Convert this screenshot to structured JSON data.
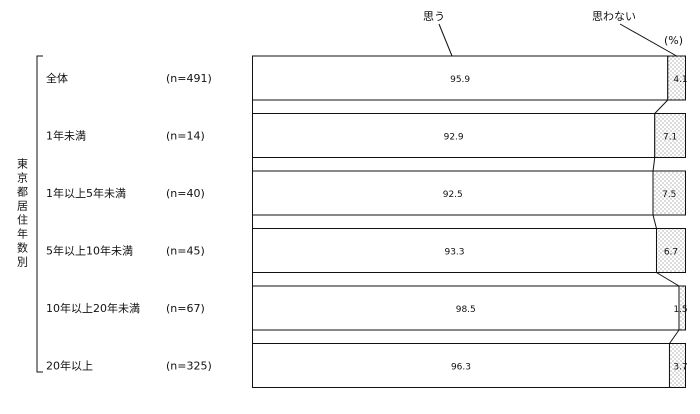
{
  "chart_data": {
    "type": "bar",
    "stacked": true,
    "orientation": "horizontal",
    "unit": "(%)",
    "group_label": "東京都居住年数別",
    "series": [
      {
        "name": "思う",
        "values": [
          95.9,
          92.9,
          92.5,
          93.3,
          98.5,
          96.3
        ],
        "color": "#ffffff",
        "pattern": "none"
      },
      {
        "name": "思わない",
        "values": [
          4.1,
          7.1,
          7.5,
          6.7,
          1.5,
          3.7
        ],
        "color": "#ffffff",
        "pattern": "dots"
      }
    ],
    "categories": [
      "全体",
      "1年未満",
      "1年以上5年未満",
      "5年以上10年未満",
      "10年以上20年未満",
      "20年以上"
    ],
    "n_labels": [
      "(n=491)",
      "(n=14)",
      "(n=40)",
      "(n=45)",
      "(n=67)",
      "(n=325)"
    ],
    "xlim": [
      0,
      100
    ],
    "grid": false,
    "legend": "callouts-top"
  }
}
